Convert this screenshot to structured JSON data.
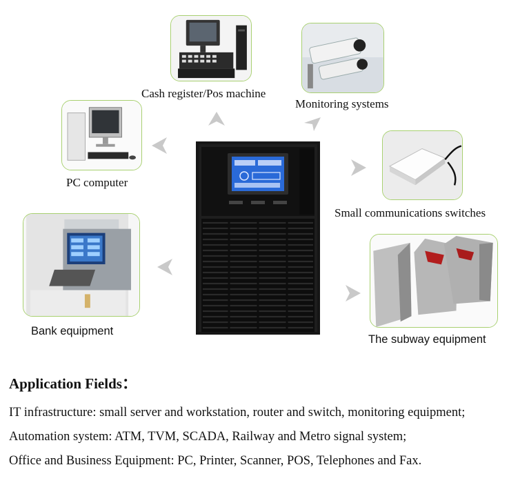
{
  "devices": {
    "cash_register": "Cash register/Pos machine",
    "monitoring": "Monitoring systems",
    "pc": "PC computer",
    "switches": "Small communications switches",
    "bank": "Bank equipment",
    "subway": "The subway equipment"
  },
  "application": {
    "title": "Application Fields：",
    "lines": [
      "IT infrastructure: small server and workstation, router and switch, monitoring equipment;",
      "Automation system: ATM, TVM, SCADA, Railway and Metro signal system;",
      "Office and Business Equipment: PC, Printer, Scanner, POS, Telephones and Fax."
    ]
  },
  "colors": {
    "card_border": "#a8d070",
    "ups_body": "#161616",
    "lcd": "#2a6ad8",
    "arrow": "#c9c9c9"
  }
}
